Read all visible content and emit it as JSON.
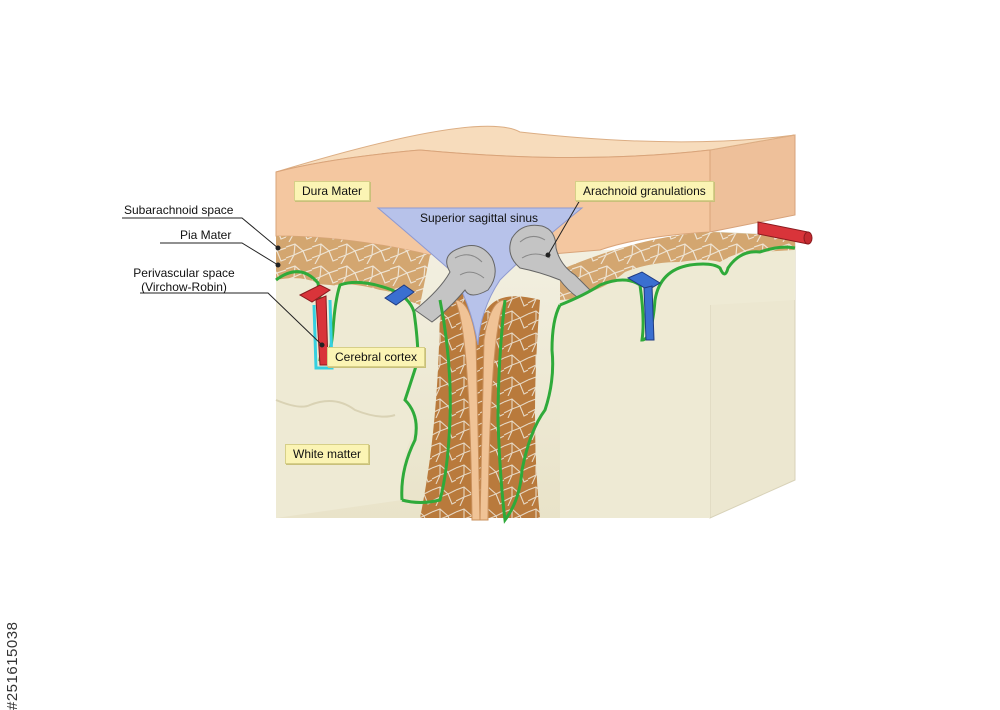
{
  "labels": {
    "subarachnoid_space": "Subarachnoid space",
    "pia_mater": "Pia Mater",
    "perivascular_space_line1": "Perivascular space",
    "perivascular_space_line2": "(Virchow-Robin)",
    "dura_mater": "Dura Mater",
    "superior_sagittal_sinus": "Superior sagittal sinus",
    "arachnoid_granulations": "Arachnoid granulations",
    "cerebral_cortex": "Cerebral cortex",
    "white_matter": "White matter"
  },
  "stock_id": "#251615038",
  "colors": {
    "dura": "#f3c9a0",
    "dura_top": "#f7d9b6",
    "sinus": "#b9c4ea",
    "subarachnoid": "#d9a56a",
    "pia": "#2faa3a",
    "brain": "#efead2",
    "artery": "#d9343a",
    "vein": "#3a6fd0",
    "granulation": "#b8b8b8"
  }
}
